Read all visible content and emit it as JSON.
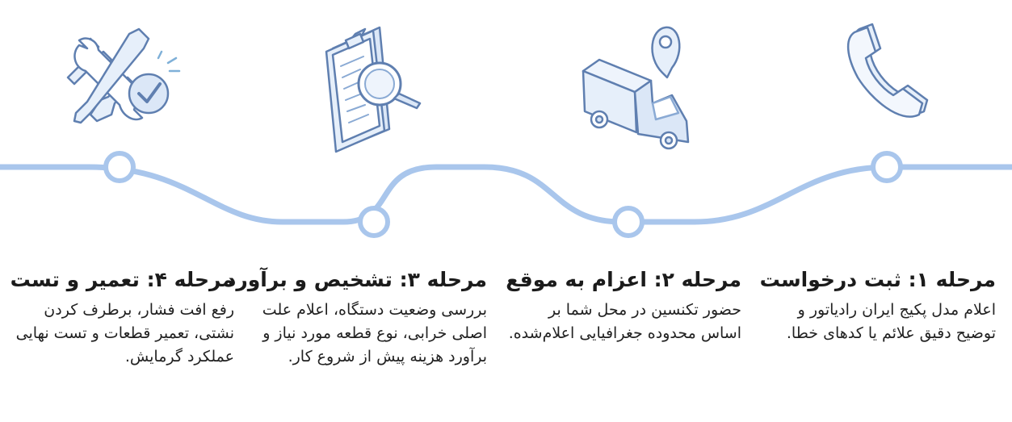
{
  "colors": {
    "accent": "#a9c6ec",
    "accent_dark": "#5f7fb0",
    "icon_fill": "#e6effa",
    "text": "#1b1b1b"
  },
  "steps": [
    {
      "title": "مرحله ۱: ثبت درخواست",
      "body": "اعلام مدل پکیج ایران رادیاتور و توضیح دقیق علائم یا کدهای خطا.",
      "icon": "phone-icon"
    },
    {
      "title": "مرحله ۲: اعزام به موقع",
      "body": "حضور تکنسین در محل شما بر اساس محدوده جغرافیایی اعلام‌شده.",
      "icon": "truck-location-icon"
    },
    {
      "title": "مرحله ۳: تشخیص و برآورد",
      "body": "بررسی وضعیت دستگاه، اعلام علت اصلی خرابی، نوع قطعه مورد نیاز و برآورد هزینه پیش از شروع کار.",
      "icon": "clipboard-search-icon"
    },
    {
      "title": "مرحله ۴: تعمیر و تست",
      "body": "رفع افت فشار، برطرف کردن نشتی، تعمیر قطعات و تست نهایی عملکرد گرمایش.",
      "icon": "wrench-check-icon"
    }
  ]
}
